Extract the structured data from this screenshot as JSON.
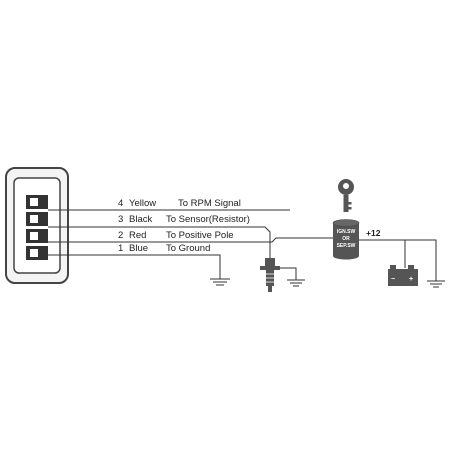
{
  "wires": [
    {
      "num": "4",
      "color": "Yellow",
      "desc": "To RPM Signal"
    },
    {
      "num": "3",
      "color": "Black",
      "desc": "To Sensor(Resistor)"
    },
    {
      "num": "2",
      "color": "Red",
      "desc": "To Positive Pole"
    },
    {
      "num": "1",
      "color": "Blue",
      "desc": "To Ground"
    }
  ],
  "ignition": {
    "line1": "IGN.SW",
    "line2": "OR",
    "line3": "SEP.SW"
  },
  "supply": {
    "label": "+12"
  },
  "battery": {
    "minus": "−",
    "plus": "+"
  },
  "colors": {
    "line": "#333333",
    "component": "#555555",
    "connector_border": "#444444"
  }
}
